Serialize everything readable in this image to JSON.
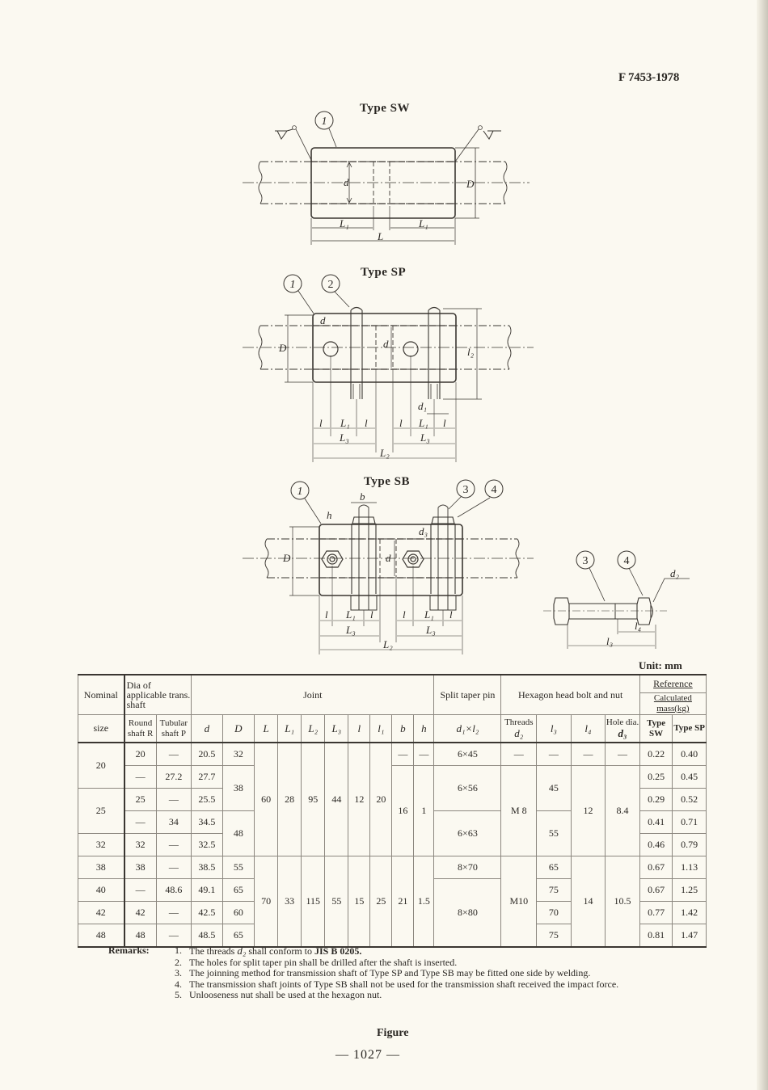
{
  "header": {
    "doc_code": "F 7453-1978"
  },
  "figures": {
    "sw": {
      "title": "Type   SW",
      "callouts": [
        "1"
      ],
      "dims": [
        "d",
        "D",
        "L1",
        "L1",
        "L"
      ]
    },
    "sp": {
      "title": "Type   SP",
      "callouts": [
        "1",
        "2"
      ],
      "dims": [
        "D",
        "d",
        "l2",
        "d1",
        "l",
        "L1",
        "l",
        "l",
        "L1",
        "l",
        "L3",
        "L3",
        "L2"
      ]
    },
    "sb": {
      "title": "Type    SB",
      "callouts": [
        "1",
        "3",
        "4"
      ],
      "dims": [
        "b",
        "h",
        "D",
        "d",
        "d3",
        "l",
        "L1",
        "l",
        "l",
        "L1",
        "l",
        "L3",
        "L3",
        "L2"
      ]
    },
    "bolt": {
      "callouts": [
        "3",
        "4"
      ],
      "dims": [
        "d2",
        "l4",
        "l3"
      ]
    }
  },
  "table": {
    "unit": "Unit:  mm",
    "headers": {
      "nominal": "Nominal",
      "size": "size",
      "dia_group": "Dia of applicable trans. shaft",
      "round": "Round shaft R",
      "tubular": "Tubular shaft P",
      "joint": "Joint",
      "d": "d",
      "D": "D",
      "L": "L",
      "L1": "L₁",
      "L2": "L₂",
      "L3": "L₃",
      "l": "l",
      "l1": "l₁",
      "b": "b",
      "h": "h",
      "pin_group": "Split taper pin",
      "pin_dims": "d₁×l₂",
      "bolt_group": "Hexagon head bolt and nut",
      "threads": "Threads",
      "threads_sym": "d₂",
      "l3": "l₃",
      "l4": "l₄",
      "hole": "Hole dia.",
      "hole_sym": "d₃",
      "ref_group": "Reference",
      "mass": "Calculated mass(kg)",
      "type_sw": "Type SW",
      "type_sp": "Type SP"
    },
    "rows": [
      {
        "nominal": "20",
        "R": "20",
        "P": "—",
        "d": "20.5",
        "D": "32",
        "b": "—",
        "h": "—",
        "pin": "6×45",
        "threads": "—",
        "l3": "—",
        "l4": "—",
        "d3": "—",
        "sw": "0.22",
        "sp": "0.40"
      },
      {
        "R": "—",
        "P": "27.2",
        "d": "27.7",
        "sw": "0.25",
        "sp": "0.45"
      },
      {
        "nominal": "25",
        "R": "25",
        "P": "—",
        "d": "25.5",
        "sw": "0.29",
        "sp": "0.52"
      },
      {
        "R": "—",
        "P": "34",
        "d": "34.5",
        "sw": "0.41",
        "sp": "0.71"
      },
      {
        "nominal": "32",
        "R": "32",
        "P": "—",
        "d": "32.5",
        "sw": "0.46",
        "sp": "0.79"
      },
      {
        "nominal": "38",
        "R": "38",
        "P": "—",
        "d": "38.5",
        "D": "55",
        "pin": "8×70",
        "l3": "65",
        "sw": "0.67",
        "sp": "1.13"
      },
      {
        "nominal": "40",
        "R": "—",
        "P": "48.6",
        "d": "49.1",
        "D": "65",
        "l3": "75",
        "sw": "0.67",
        "sp": "1.25"
      },
      {
        "nominal": "42",
        "R": "42",
        "P": "—",
        "d": "42.5",
        "D": "60",
        "l3": "70",
        "sw": "0.77",
        "sp": "1.42"
      },
      {
        "nominal": "48",
        "R": "48",
        "P": "—",
        "d": "48.5",
        "D": "65",
        "l3": "75",
        "sw": "0.81",
        "sp": "1.47"
      }
    ],
    "merged": {
      "D_38": "38",
      "D_48": "48",
      "group1": {
        "L": "60",
        "L1": "28",
        "L2": "95",
        "L3": "44",
        "l": "12",
        "l1": "20",
        "b": "16",
        "h": "1"
      },
      "group2": {
        "L": "70",
        "L1": "33",
        "L2": "115",
        "L3": "55",
        "l": "15",
        "l1": "25",
        "b": "21",
        "h": "1.5"
      },
      "pin_656": "6×56",
      "pin_663": "6×63",
      "pin_880": "8×80",
      "threads_m8": "M 8",
      "threads_m10": "M10",
      "l3_45": "45",
      "l3_55": "55",
      "l4_12": "12",
      "l4_14": "14",
      "d3_84": "8.4",
      "d3_105": "10.5"
    }
  },
  "remarks": {
    "label": "Remarks:",
    "items": [
      {
        "num": "1.",
        "pre": "The threads ",
        "sym": "d₂",
        "mid": " shall conform to ",
        "ref": "JIS B 0205."
      },
      {
        "num": "2.",
        "text": "The holes for split taper pin shall be drilled after the shaft is inserted."
      },
      {
        "num": "3.",
        "text": "The joinning method for transmission shaft of Type SP and Type SB may be fitted one side by welding."
      },
      {
        "num": "4.",
        "text": "The transmission shaft joints of Type SB shall not be used for the transmission shaft received the impact force."
      },
      {
        "num": "5.",
        "text": "Unlooseness nut shall be used at the hexagon nut."
      }
    ]
  },
  "caption": "Figure",
  "page_number": "— 1027 —"
}
